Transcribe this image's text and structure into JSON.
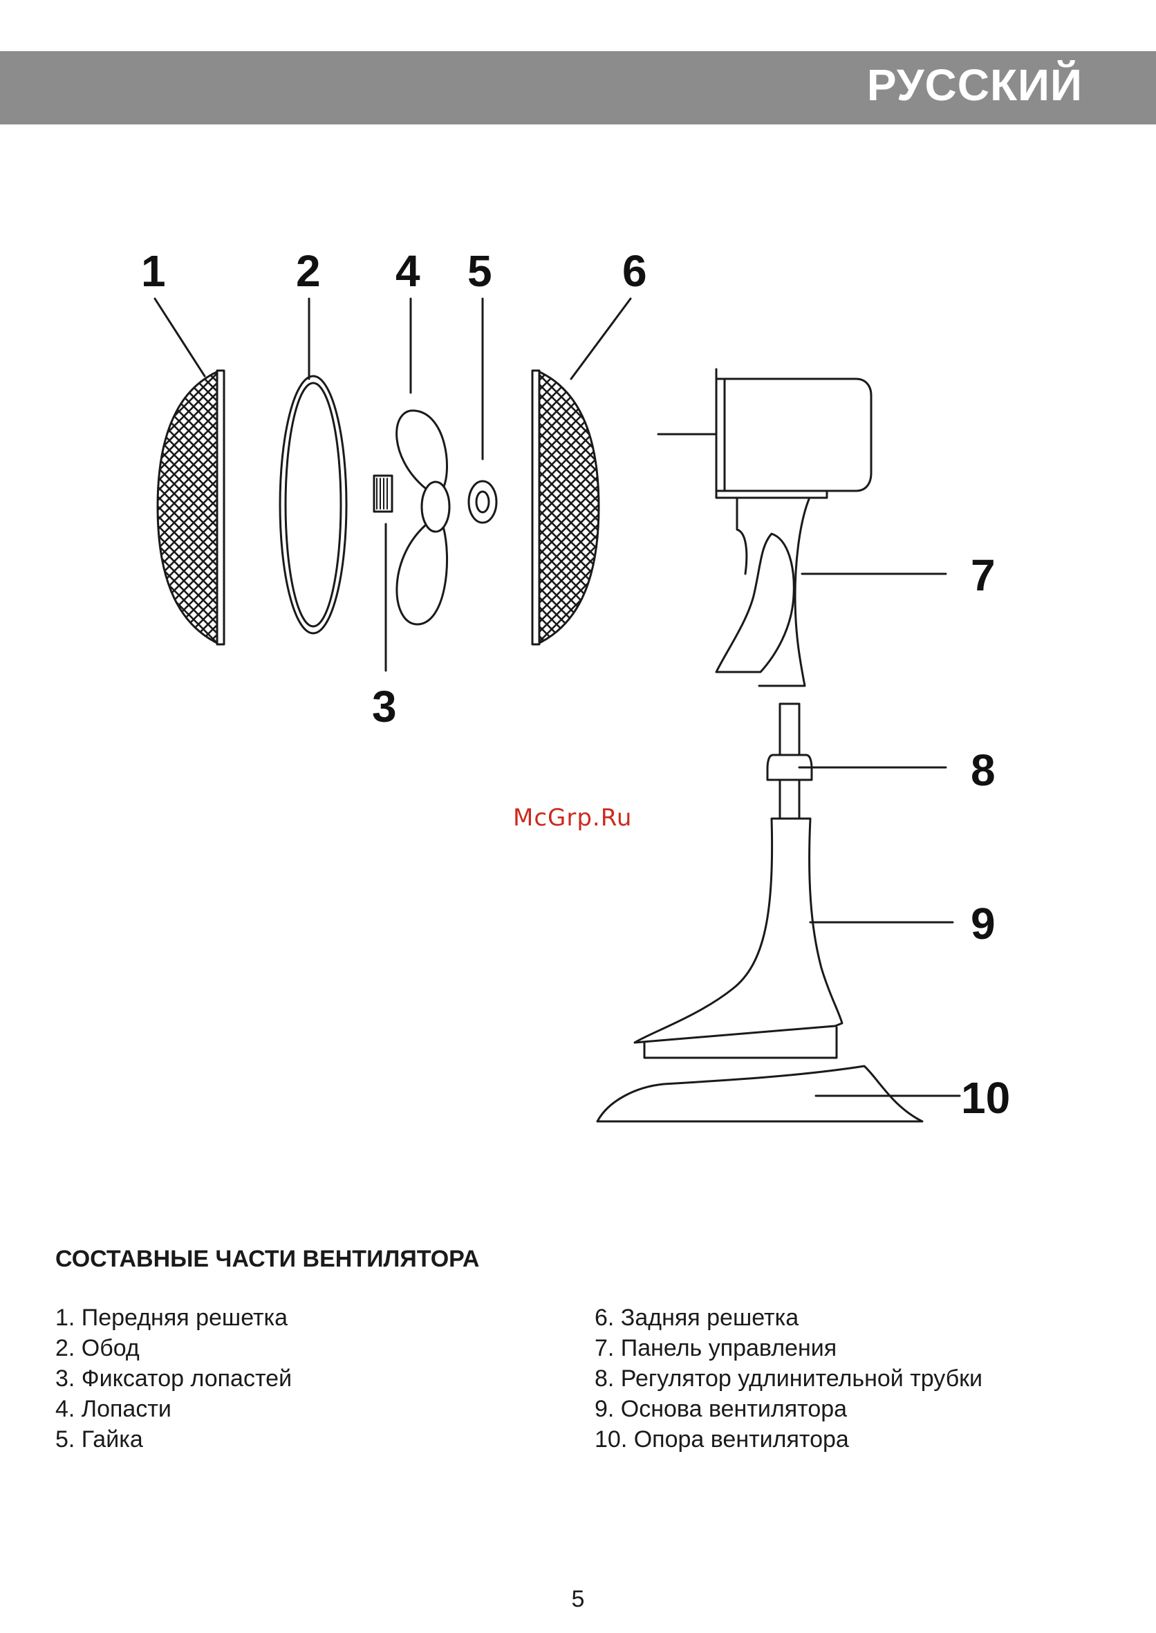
{
  "header": {
    "language": "РУССКИЙ"
  },
  "diagram": {
    "callouts": [
      "1",
      "2",
      "3",
      "4",
      "5",
      "6",
      "7",
      "8",
      "9",
      "10"
    ],
    "watermark": "McGrp.Ru",
    "watermark_color": "#cc2a1e",
    "line_color": "#1a1a1a"
  },
  "section": {
    "title": "СОСТАВНЫЕ ЧАСТИ ВЕНТИЛЯТОРА"
  },
  "parts": {
    "left": [
      "1. Передняя решетка",
      "2. Обод",
      "3. Фиксатор лопастей",
      "4. Лопасти",
      "5. Гайка"
    ],
    "right": [
      "6. Задняя решетка",
      "7.  Панель управления",
      "8.  Регулятор удлинительной трубки",
      "9.  Основа вентилятора",
      "10. Опора вентилятора"
    ]
  },
  "footer": {
    "page_number": "5"
  }
}
